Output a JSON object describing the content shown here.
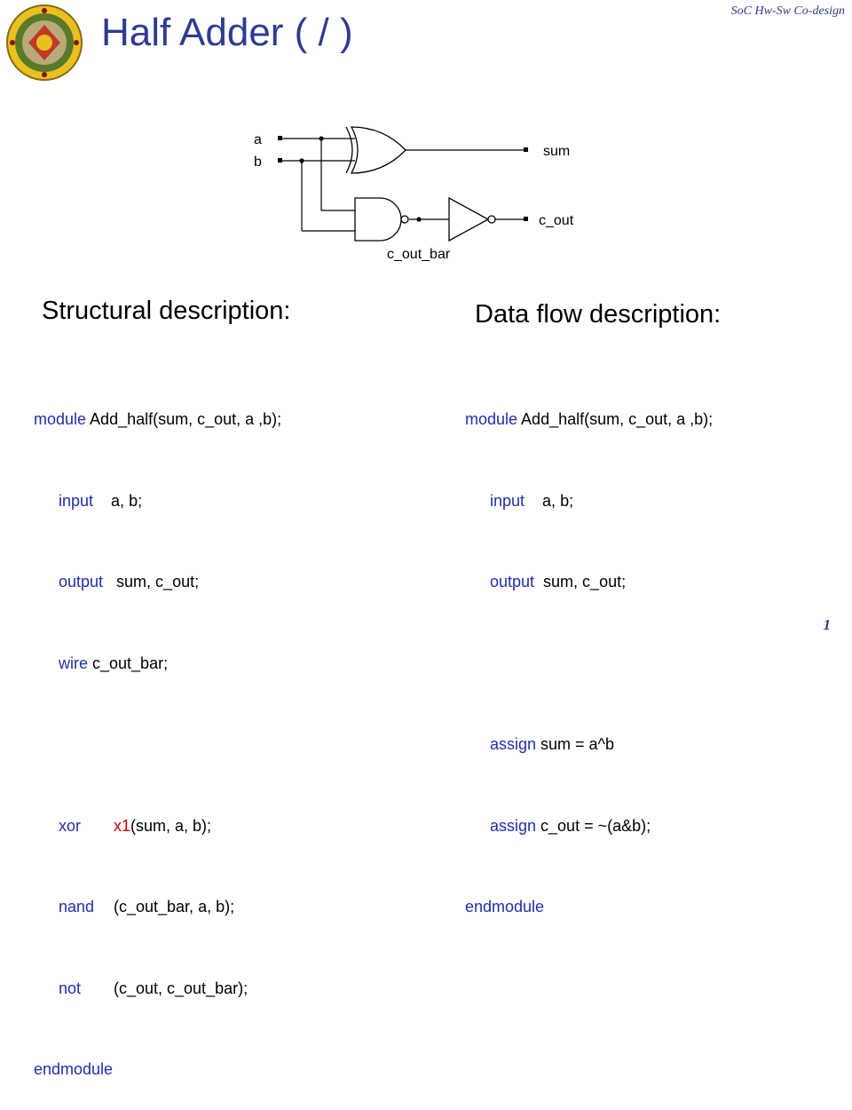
{
  "header": {
    "tag": "SoC Hw-Sw Co-design",
    "title": "Half Adder ( / )",
    "logo_icon": "university-seal-icon"
  },
  "circuit": {
    "labels": {
      "a": "a",
      "b": "b",
      "sum": "sum",
      "c_out": "c_out",
      "c_out_bar": "c_out_bar"
    }
  },
  "structural": {
    "heading": "Structural description:",
    "header_kw": "module",
    "header_rest": " Add_half(sum, c_out, a ,b);",
    "input_kw": "input",
    "input_rest": "    a, b;",
    "output_kw": "output",
    "output_rest": "   sum, c_out;",
    "wire_kw": "wire",
    "wire_rest": " c_out_bar;",
    "xor_kw": "xor",
    "xor_inst": "x1",
    "xor_rest": "(sum, a, b);",
    "nand_kw": "nand",
    "nand_rest": "(c_out_bar, a, b);",
    "not_kw": "not",
    "not_rest": "(c_out, c_out_bar);",
    "end_kw": "endmodule"
  },
  "dataflow": {
    "heading": "Data flow description:",
    "header_kw": "module",
    "header_rest": " Add_half(sum, c_out, a ,b);",
    "input_kw": "input",
    "input_rest": "    a, b;",
    "output_kw": "output",
    "output_rest": "  sum, c_out;",
    "assign1_kw": "assign",
    "assign1_rest": " sum = a^b",
    "assign2_kw": "assign",
    "assign2_rest": " c_out = ~(a&b);",
    "end_kw": "endmodule"
  },
  "footer": {
    "page": "1"
  },
  "colors": {
    "title": "#2f3b8f",
    "keyword": "#1f2fa8",
    "instance": "#cc0000",
    "logo_green": "#5a7a2a",
    "logo_gold": "#e8c020"
  }
}
